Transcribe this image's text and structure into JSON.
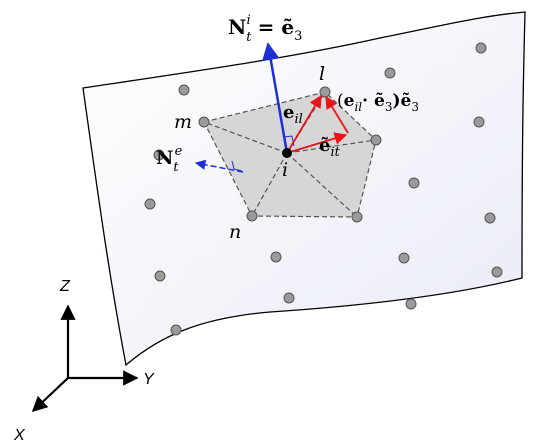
{
  "labels": {
    "normal_node_base": "N",
    "normal_node_sub": "t",
    "normal_node_sup": "i",
    "normal_node_rhs": " = ẽ",
    "normal_node_rhs_sub": "3",
    "normal_elem_base": "N",
    "normal_elem_sub": "t",
    "normal_elem_sup": "e",
    "node_i": "i",
    "node_l": "l",
    "node_m": "m",
    "node_n": "n",
    "edge_vector_base": "e",
    "edge_vector_sub": "il",
    "proj_vector_base": "ẽ",
    "proj_vector_sub": "it",
    "proj_expr_open": "(",
    "proj_expr_e": "e",
    "proj_expr_e_sub": "il",
    "proj_expr_dot": "· ẽ",
    "proj_expr_dot_sub": "3",
    "proj_expr_close": ")ẽ",
    "proj_expr_close_sub": "3"
  },
  "axes": {
    "z": "Z",
    "y": "Y",
    "x": "X"
  },
  "colors": {
    "normal_node": "#1f2fd6",
    "normal_elem": "#1f2fd6",
    "edge_vectors": "#e8141a",
    "patch_fill": "#d6d6d6",
    "node_fill": "#9a9a9a",
    "surface_gradient_start": "#ffffff",
    "surface_gradient_end": "#e9ebf6"
  }
}
